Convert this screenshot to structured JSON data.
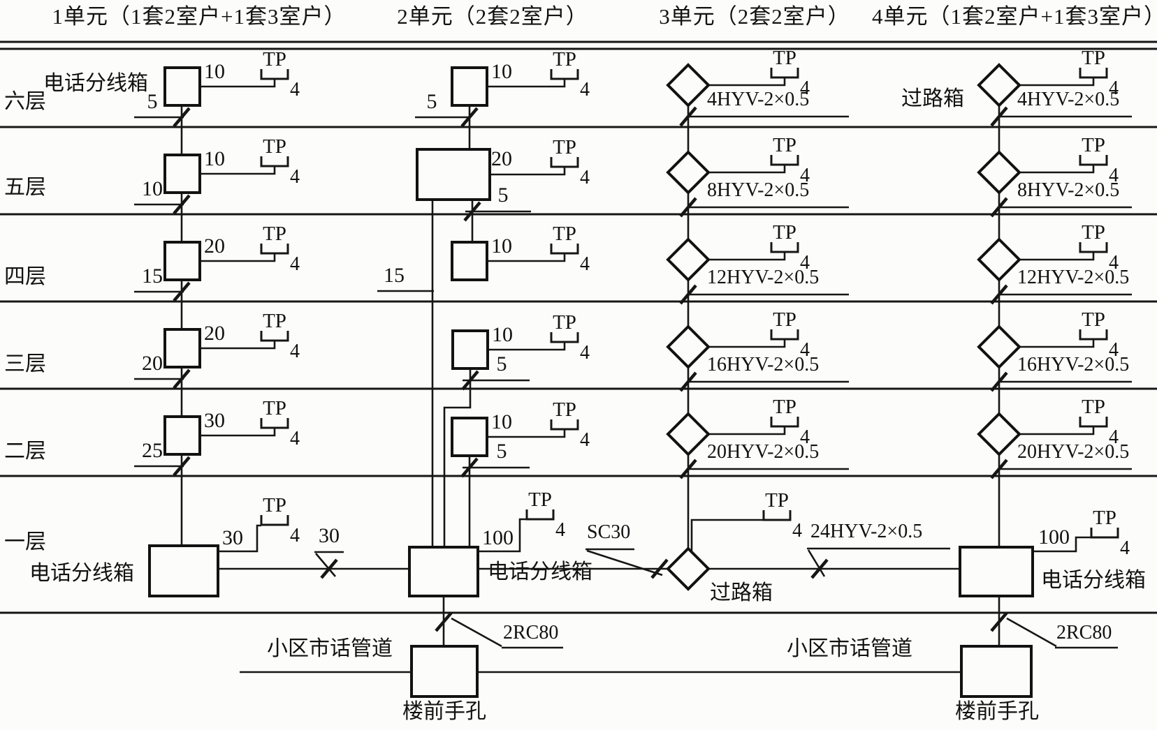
{
  "units": [
    "1单元（1套2室户+1套3室户）",
    "2单元（2套2室户）",
    "3单元（2套2室户）",
    "4单元（1套2室户+1套3室户）"
  ],
  "floors": [
    "六层",
    "五层",
    "四层",
    "三层",
    "二层",
    "一层"
  ],
  "terminal": {
    "tp": "TP",
    "count": "4"
  },
  "labels": {
    "dist_box": "电话分线箱",
    "pass_box": "过路箱",
    "handhole": "楼前手孔",
    "duct": "小区市话管道",
    "conduit_building": "2RC80",
    "conduit_sc": "SC30"
  },
  "col1": {
    "branches": [
      "10",
      "10",
      "20",
      "20",
      "30",
      "30"
    ],
    "riser": [
      "5",
      "10",
      "15",
      "20",
      "25"
    ]
  },
  "col2": {
    "branches": [
      "10",
      "20",
      "10",
      "10",
      "10",
      "100"
    ],
    "riser": [
      "5",
      "5",
      "15",
      "5",
      "5"
    ],
    "link": "30"
  },
  "col3": {
    "cables": [
      "4HYV-2×0.5",
      "8HYV-2×0.5",
      "12HYV-2×0.5",
      "16HYV-2×0.5",
      "20HYV-2×0.5"
    ],
    "link_right": "24HYV-2×0.5"
  },
  "col4": {
    "cables": [
      "4HYV-2×0.5",
      "8HYV-2×0.5",
      "12HYV-2×0.5",
      "16HYV-2×0.5",
      "20HYV-2×0.5"
    ],
    "branch_f1": "100"
  }
}
